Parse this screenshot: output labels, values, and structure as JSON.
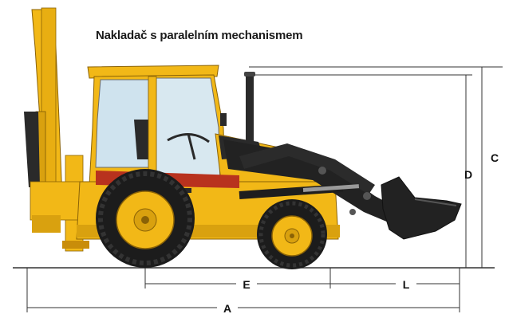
{
  "title": "Nakladač s paralelním mechanismem",
  "dimensions": {
    "a": "A",
    "c": "C",
    "d": "D",
    "e": "E",
    "l": "L"
  },
  "colors": {
    "body_yellow": "#f2b817",
    "body_yellow_dark": "#c98d0a",
    "tire_black": "#1c1c1c",
    "arm_black": "#222222",
    "glass": "#cfe3ee",
    "line": "#333333",
    "stripe_red": "#b8321e"
  }
}
